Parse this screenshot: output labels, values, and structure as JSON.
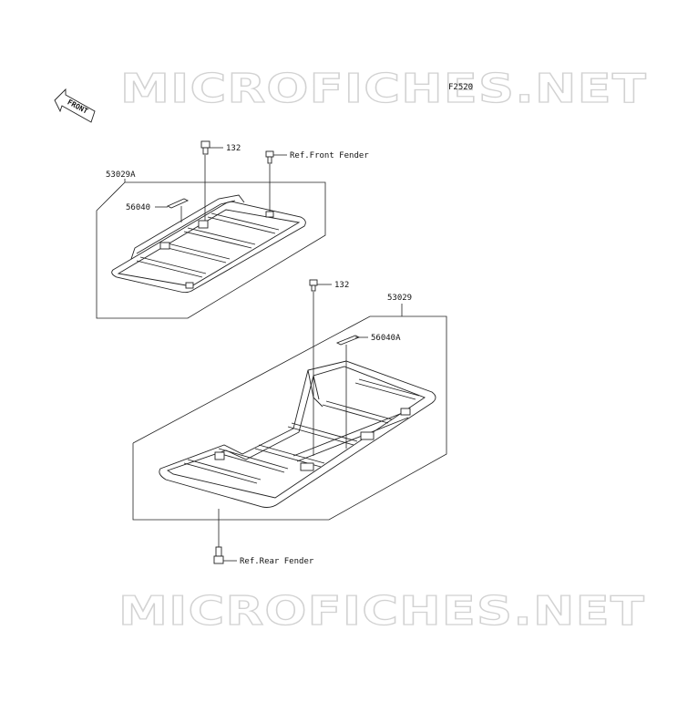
{
  "figure_code": "F2520",
  "watermark": "MICROFICHES.NET",
  "front_label": "FRONT",
  "labels": {
    "front_rack_assy": "53029A",
    "front_decal": "56040",
    "front_bolt": "132",
    "front_fender_ref": "Ref.Front Fender",
    "rear_bolt": "132",
    "rear_rack_assy": "53029",
    "rear_decal": "56040A",
    "rear_fender_ref": "Ref.Rear Fender"
  },
  "icons": {
    "front_arrow": "front-arrow-icon",
    "bolt": "bolt-icon",
    "decal": "decal-icon",
    "rack": "rack-icon"
  }
}
